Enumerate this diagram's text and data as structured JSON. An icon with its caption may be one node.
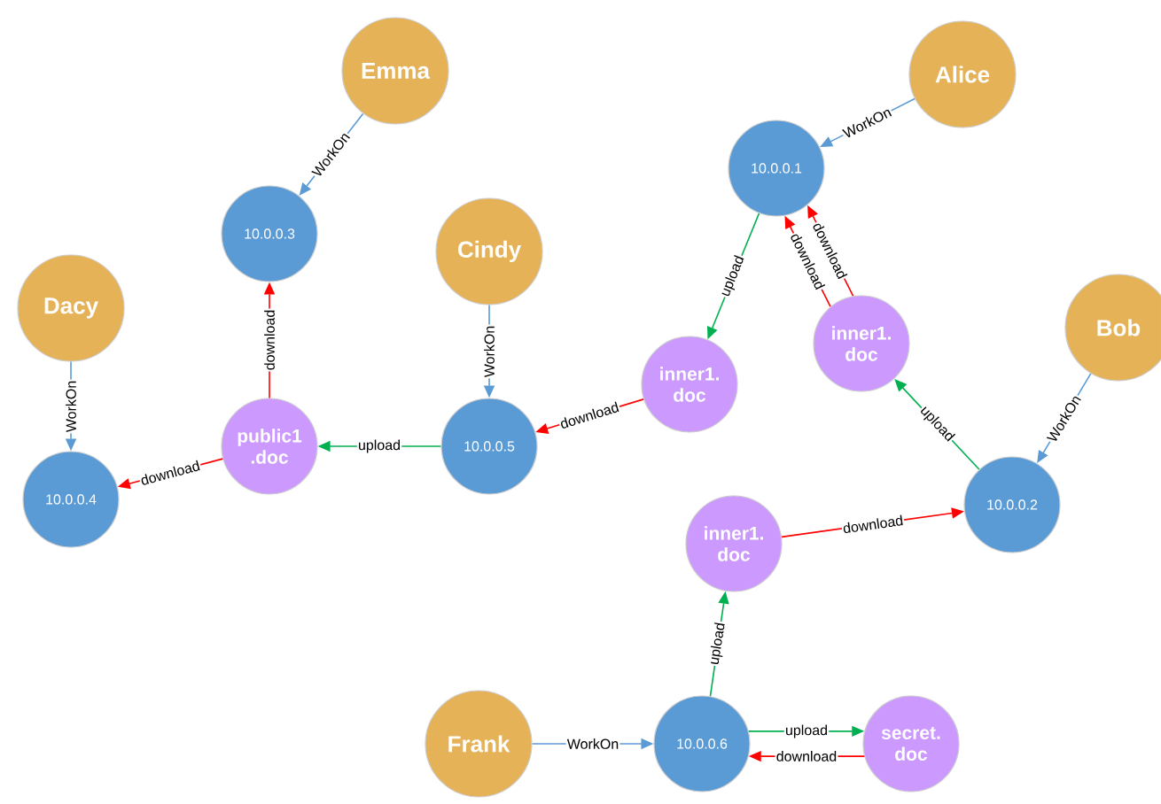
{
  "diagram": {
    "nodes": [
      {
        "text": [
          "Emma"
        ]
      },
      {
        "text": [
          "Alice"
        ]
      },
      {
        "text": [
          "10.0.0.3"
        ]
      },
      {
        "text": [
          "10.0.0.1"
        ]
      },
      {
        "text": [
          "Cindy"
        ]
      },
      {
        "text": [
          "Dacy"
        ]
      },
      {
        "text": [
          "Bob"
        ]
      },
      {
        "text": [
          "inner1. doc"
        ]
      },
      {
        "text": [
          "inner1. doc"
        ]
      },
      {
        "text": [
          "public1 .doc"
        ]
      },
      {
        "text": [
          "10.0.0.5"
        ]
      },
      {
        "text": [
          "10.0.0.4"
        ]
      },
      {
        "text": [
          "10.0.0.2"
        ]
      },
      {
        "text": [
          "inner1. doc"
        ]
      },
      {
        "text": [
          "Frank"
        ]
      },
      {
        "text": [
          "10.0.0.6"
        ]
      },
      {
        "text": [
          "secret. doc"
        ]
      }
    ],
    "edges": [
      {
        "from": 0,
        "to": 2,
        "arrow": "to",
        "label": "WorkOn",
        "color": "#5b9bd5"
      },
      {
        "from": 1,
        "to": 3,
        "arrow": "to",
        "label": "WorkOn",
        "color": "#5b9bd5"
      },
      {
        "from": 4,
        "to": 10,
        "arrow": "to",
        "label": "WorkOn",
        "color": "#5b9bd5"
      },
      {
        "from": 5,
        "to": 11,
        "arrow": "to",
        "label": "WorkOn",
        "color": "#5b9bd5"
      },
      {
        "from": 6,
        "to": 12,
        "arrow": "to",
        "label": "WorkOn",
        "color": "#5b9bd5"
      },
      {
        "from": 14,
        "to": 15,
        "arrow": "to",
        "label": "WorkOn",
        "color": "#5b9bd5"
      },
      {
        "from": 9,
        "to": 2,
        "arrow": "to",
        "label": "download",
        "color": "#ff0000"
      },
      {
        "from": 9,
        "to": 11,
        "arrow": "to",
        "label": "download",
        "color": "#ff0000"
      },
      {
        "from": 10,
        "to": 9,
        "arrow": "to",
        "label": "upload",
        "color": "#00b050"
      },
      {
        "from": 7,
        "to": 10,
        "arrow": "to",
        "label": "download",
        "color": "#ff0000"
      },
      {
        "from": 3,
        "to": 7,
        "arrow": "to",
        "label": "upload",
        "color": "#00b050"
      },
      {
        "from": 8,
        "to": 3,
        "arrow": "to",
        "label": "download",
        "color": "#ff0000"
      },
      {
        "from": 8,
        "to": 3,
        "arrow": "to",
        "label": "download",
        "color": "#ff0000"
      },
      {
        "from": 12,
        "to": 8,
        "arrow": "to",
        "label": "upload",
        "color": "#00b050"
      },
      {
        "from": 13,
        "to": 12,
        "arrow": "to",
        "label": "download",
        "color": "#ff0000"
      },
      {
        "from": 15,
        "to": 13,
        "arrow": "to",
        "label": "upload",
        "color": "#00b050"
      },
      {
        "from": 16,
        "to": 15,
        "arrow": "to",
        "label": "download",
        "color": "#ff0000"
      },
      {
        "from": 15,
        "to": 16,
        "arrow": "to",
        "label": "upload",
        "color": "#00b050"
      }
    ]
  }
}
